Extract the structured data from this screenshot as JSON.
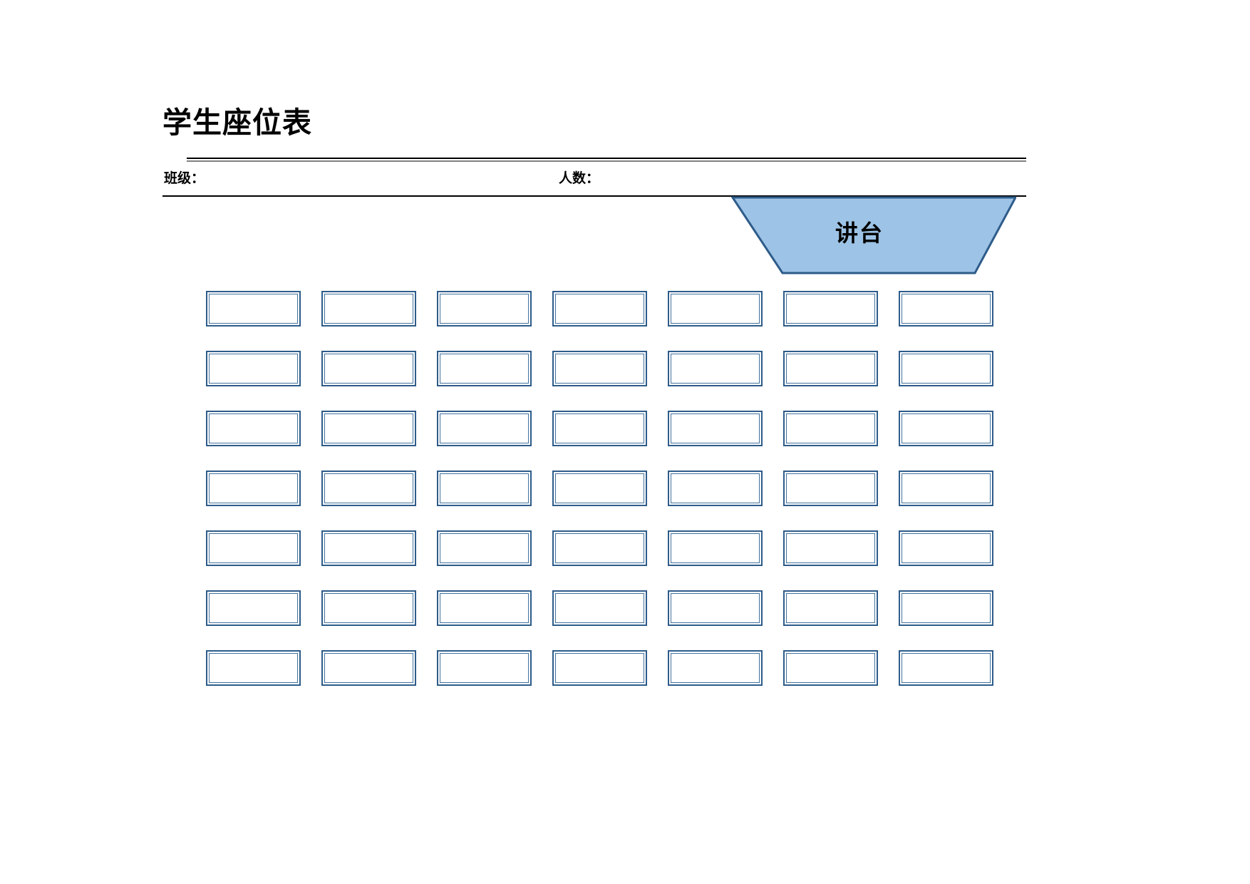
{
  "document": {
    "title": "学生座位表"
  },
  "header": {
    "class_label": "班级：",
    "class_value": "",
    "count_label": "人数：",
    "count_value": ""
  },
  "podium": {
    "label": "讲台",
    "fill_color": "#9DC3E6",
    "border_color": "#2E5C8A",
    "shape": "trapezoid"
  },
  "seating": {
    "rows": 7,
    "columns": 7,
    "seat_border_color": "#2E5C8A",
    "seat_inner_border_color": "#41719C",
    "seat_fill_color": "#FFFFFF",
    "seats": [
      [
        "",
        "",
        "",
        "",
        "",
        "",
        ""
      ],
      [
        "",
        "",
        "",
        "",
        "",
        "",
        ""
      ],
      [
        "",
        "",
        "",
        "",
        "",
        "",
        ""
      ],
      [
        "",
        "",
        "",
        "",
        "",
        "",
        ""
      ],
      [
        "",
        "",
        "",
        "",
        "",
        "",
        ""
      ],
      [
        "",
        "",
        "",
        "",
        "",
        "",
        ""
      ],
      [
        "",
        "",
        "",
        "",
        "",
        "",
        ""
      ]
    ]
  },
  "layout": {
    "column_pitch": 162,
    "row_pitch": 84,
    "seat_width": 133,
    "seat_height": 50
  }
}
